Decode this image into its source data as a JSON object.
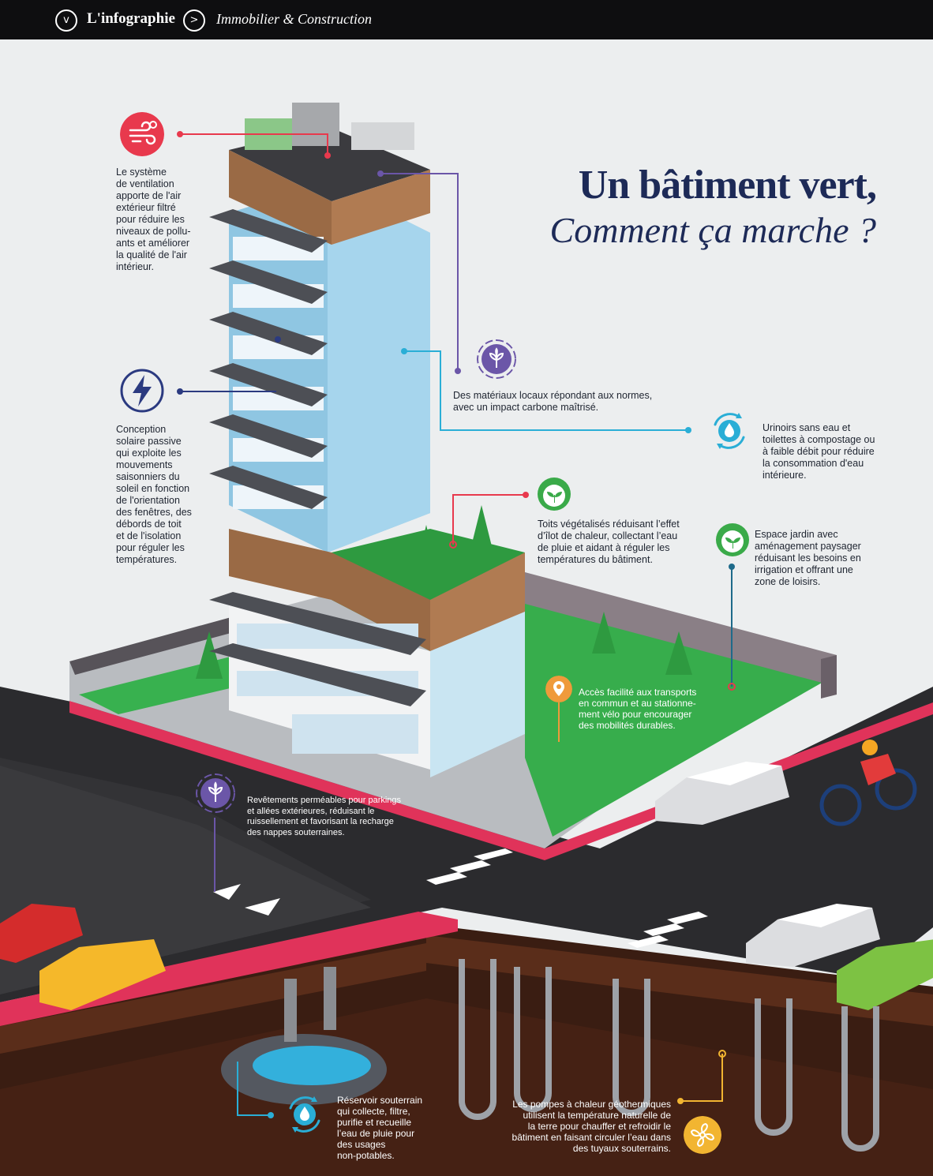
{
  "header": {
    "brand": "L'infographie",
    "section": "Immobilier & Construction",
    "down_glyph": "v",
    "arrow_glyph": ">"
  },
  "title": {
    "line1": "Un bâtiment vert,",
    "line2": "Comment ça marche ?"
  },
  "callouts": [
    {
      "id": "ventilation",
      "icon": "wind-icon",
      "color": "#e8394d",
      "text": "Le système\nde ventilation\napporte de l'air\nextérieur filtré\npour réduire les\nniveaux de pollu-\nants et améliorer\nla qualité de l'air\nintérieur."
    },
    {
      "id": "solaire",
      "icon": "lightning-icon",
      "color": "#2b3a80",
      "text": "Conception\nsolaire passive\nqui exploite les\nmouvements\nsaisonniers du\nsoleil en fonction\nde l'orientation\ndes fenêtres, des\ndébords de toit\net de l'isolation\npour réguler les\ntempératures."
    },
    {
      "id": "materiaux",
      "icon": "leaf-badge-icon",
      "color": "#6b56a8",
      "text": "Des matériaux locaux répondant aux normes,\navec un impact carbone maîtrisé."
    },
    {
      "id": "urinoirs",
      "icon": "water-cycle-icon",
      "color": "#2aaed6",
      "text": "Urinoirs sans eau et\ntoilettes à compostage ou\nà faible débit pour réduire\nla consommation d'eau\nintérieure."
    },
    {
      "id": "toits",
      "icon": "sprout-icon",
      "color": "#3aaa49",
      "text": "Toits végétalisés réduisant l’effet\nd’îlot de chaleur, collectant l’eau\nde pluie et aidant à réguler les\ntempératures du bâtiment."
    },
    {
      "id": "jardin",
      "icon": "sprout-icon",
      "color": "#3aaa49",
      "text": "Espace jardin avec\naménagement paysager\nréduisant les besoins en\nirrigation et offrant une\nzone de loisirs."
    },
    {
      "id": "transports",
      "icon": "map-pin-icon",
      "color": "#ef9a3b",
      "text": "Accès facilité aux transports\nen commun et au stationne-\nment vélo pour encourager\ndes mobilités durables."
    },
    {
      "id": "revetements",
      "icon": "leaf-badge-icon",
      "color": "#6b56a8",
      "text": "Revêtements perméables pour parkings\net allées extérieures, réduisant le\nruissellement et favorisant la recharge\ndes nappes souterraines."
    },
    {
      "id": "reservoir",
      "icon": "water-cycle-icon",
      "color": "#2aaed6",
      "text": "Réservoir souterrain\nqui collecte, filtre,\npurifie et recueille\nl’eau de pluie pour\ndes usages\nnon-potables."
    },
    {
      "id": "pompes",
      "icon": "fan-icon",
      "color": "#f2b531",
      "text": "Les pompes à chaleur géothermiques\nutilisent la température naturelle de\nla terre pour chauffer et refroidir le\nbâtiment en faisant circuler l’eau dans\ndes tuyaux souterrains."
    }
  ]
}
